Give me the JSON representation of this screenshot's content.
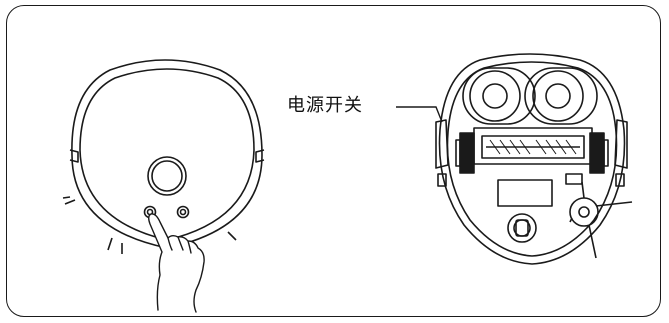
{
  "callout": {
    "label": "电源开关"
  },
  "figures": {
    "left": "robot-vacuum-top-view",
    "right": "robot-vacuum-bottom-view"
  },
  "colors": {
    "line": "#1a1a1a",
    "background": "#ffffff",
    "border": "#1a1a1a"
  }
}
